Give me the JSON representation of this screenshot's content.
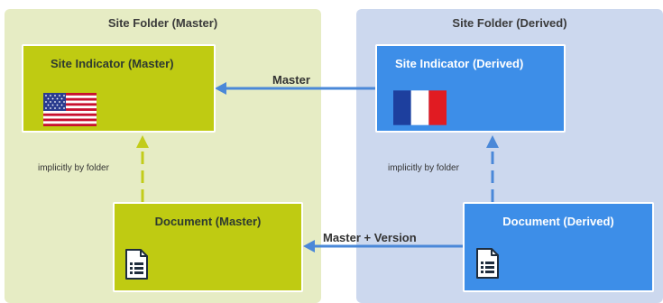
{
  "panels": {
    "master_title": "Site Folder (Master)",
    "derived_title": "Site Folder (Derived)"
  },
  "boxes": {
    "site_master": "Site Indicator (Master)",
    "site_derived": "Site Indicator (Derived)",
    "doc_master": "Document (Master)",
    "doc_derived": "Document (Derived)"
  },
  "arrows": {
    "master_label": "Master",
    "master_version_label": "Master + Version",
    "implicit_left": "implicitly by folder",
    "implicit_right": "implicitly by folder"
  },
  "colors": {
    "master_panel": "#e6ecc4",
    "derived_panel": "#ccd8ee",
    "master_box": "#bfcb12",
    "derived_box": "#3d8ee8",
    "arrow_blue": "#4a88d8",
    "arrow_green": "#c2cc1a"
  },
  "icons": {
    "site_master": "us-flag-icon",
    "site_derived": "france-flag-icon",
    "document": "document-list-icon"
  }
}
